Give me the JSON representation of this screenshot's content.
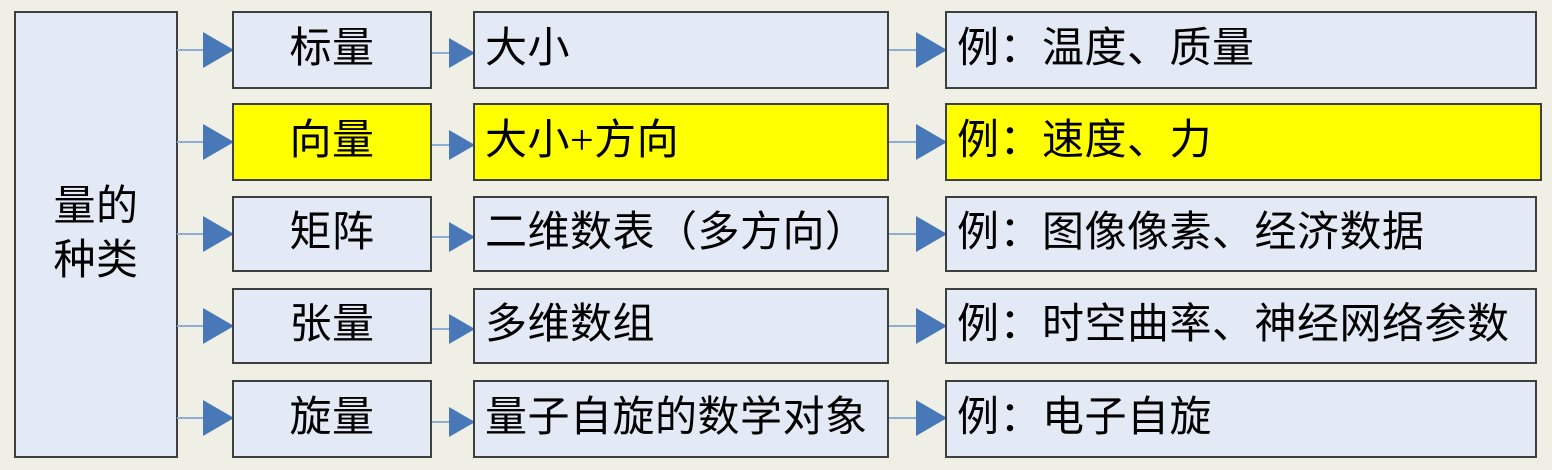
{
  "diagram": {
    "title": "量的种类",
    "colors": {
      "canvas_background": "#f0efe6",
      "box_fill": "#e3eaf5",
      "box_fill_highlight": "#ffff00",
      "box_border": "#3f3f3f",
      "arrow_head": "#4878b8",
      "arrow_shaft": "#8fabd8",
      "text": "#000000"
    },
    "root": {
      "label": "量的\n种类"
    },
    "rows": [
      {
        "highlight": false,
        "type": "标量",
        "definition": "大小",
        "example": "例：温度、质量"
      },
      {
        "highlight": true,
        "type": "向量",
        "definition": "大小+方向",
        "example": "例：速度、力"
      },
      {
        "highlight": false,
        "type": "矩阵",
        "definition": "二维数表（多方向）",
        "example": "例：图像像素、经济数据"
      },
      {
        "highlight": false,
        "type": "张量",
        "definition": "多维数组",
        "example": "例：时空曲率、神经网络参数"
      },
      {
        "highlight": false,
        "type": "旋量",
        "definition": "量子自旋的数学对象",
        "example": "例：电子自旋"
      }
    ]
  }
}
